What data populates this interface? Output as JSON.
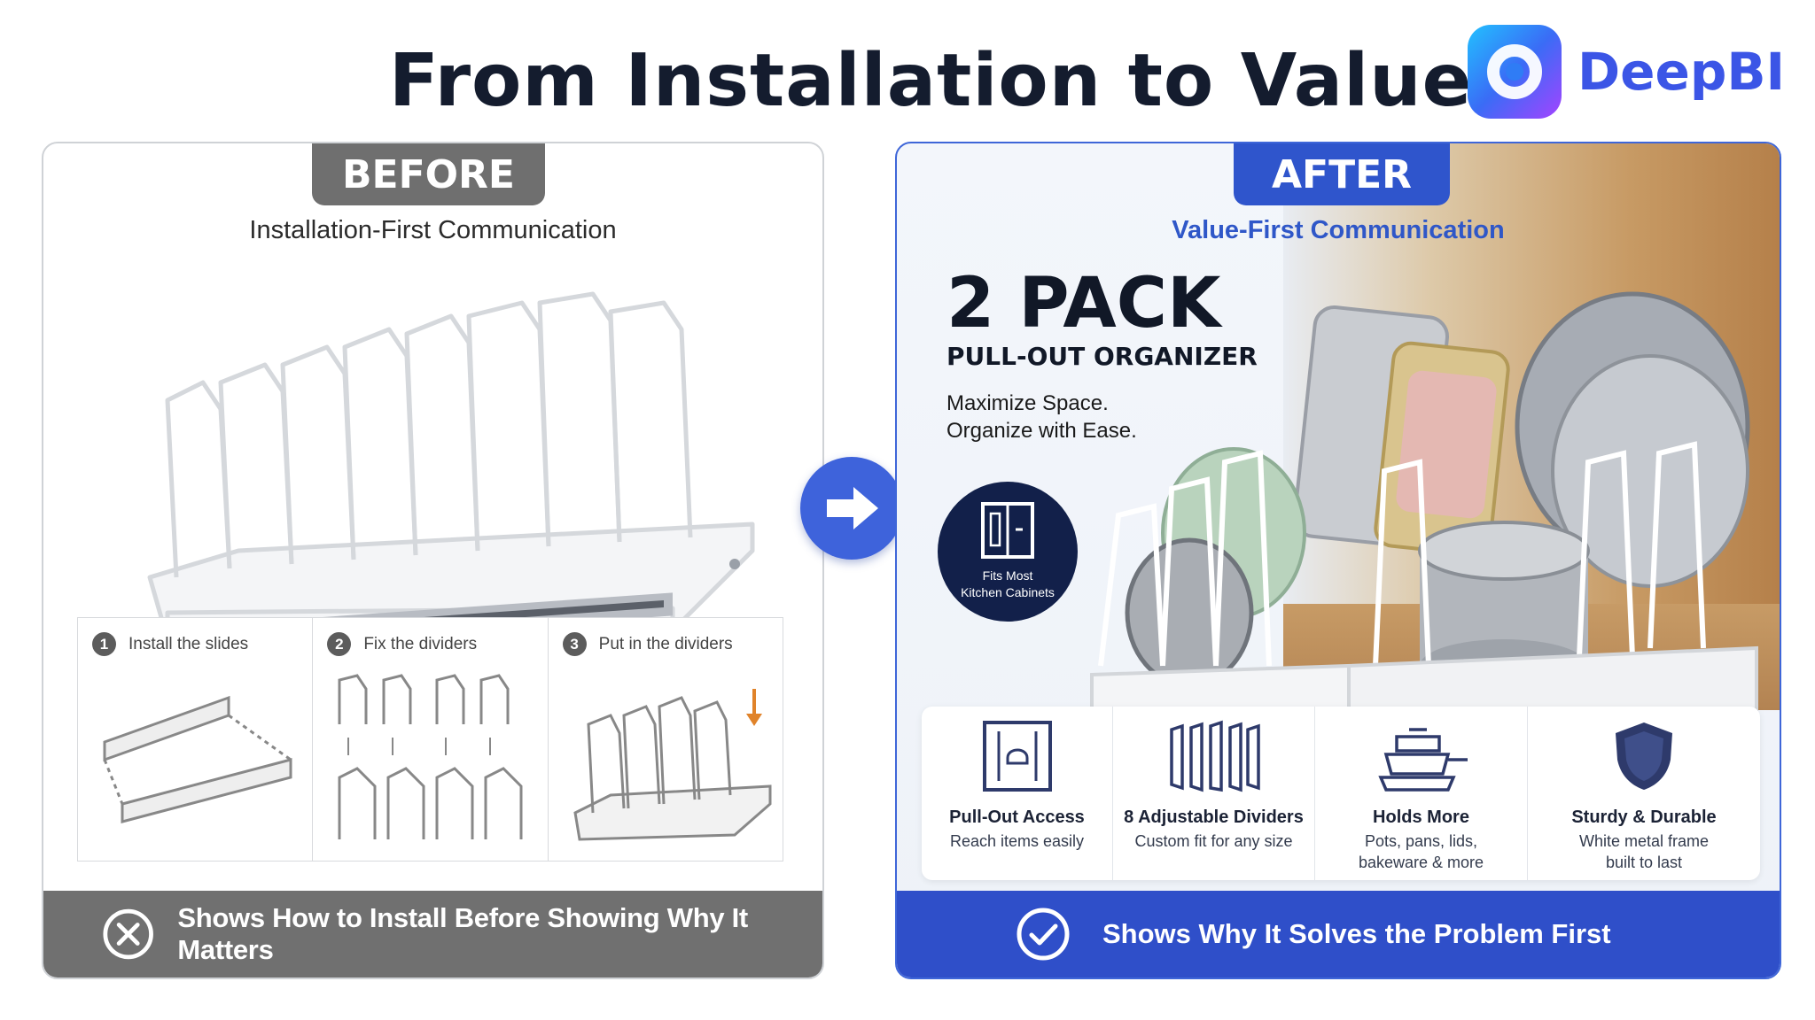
{
  "header": {
    "title": "From Installation to Value",
    "brand": "DeepBI"
  },
  "before": {
    "tab": "BEFORE",
    "subtitle": "Installation-First Communication",
    "steps": [
      {
        "num": "1",
        "label": "Install the slides"
      },
      {
        "num": "2",
        "label": "Fix the dividers"
      },
      {
        "num": "3",
        "label": "Put in the dividers"
      }
    ],
    "bottom_text": "Shows How to Install Before Showing Why It Matters"
  },
  "after": {
    "tab": "AFTER",
    "subtitle": "Value-First Communication",
    "headline": "2 PACK",
    "product": "PULL-OUT ORGANIZER",
    "tagline_1": "Maximize Space.",
    "tagline_2": "Organize with Ease.",
    "badge_1": "Fits Most",
    "badge_2": "Kitchen Cabinets",
    "features": [
      {
        "title": "Pull-Out Access",
        "line1": "Reach items easily",
        "line2": ""
      },
      {
        "title": "8 Adjustable Dividers",
        "line1": "Custom fit for any size",
        "line2": ""
      },
      {
        "title": "Holds More",
        "line1": "Pots, pans, lids,",
        "line2": "bakeware & more"
      },
      {
        "title": "Sturdy & Durable",
        "line1": "White metal frame",
        "line2": "built to last"
      }
    ],
    "bottom_text": "Shows Why It Solves the Problem First"
  },
  "colors": {
    "before_gray": "#707070",
    "after_blue": "#2f4fc9",
    "accent_blue": "#3e63db",
    "title_dark": "#141c2e"
  }
}
